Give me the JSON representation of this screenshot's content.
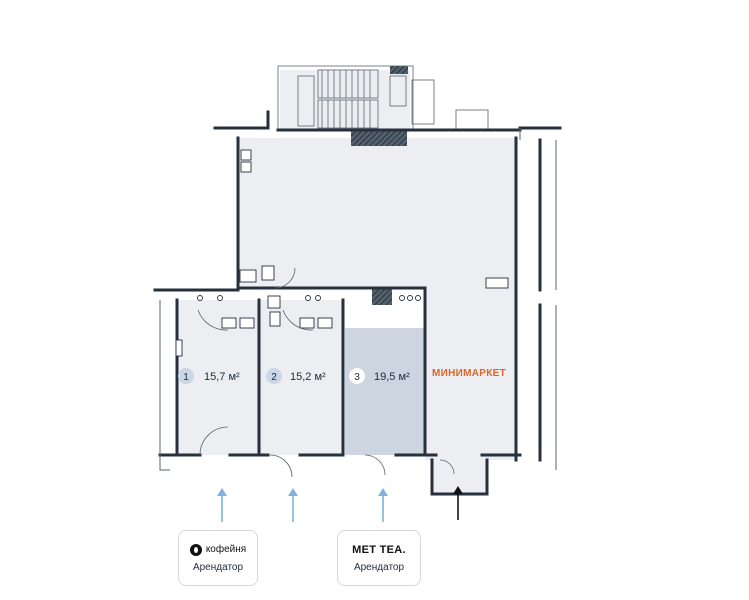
{
  "units": [
    {
      "number": "1",
      "area": "15,7 м²"
    },
    {
      "number": "2",
      "area": "15,2 м²"
    },
    {
      "number": "3",
      "area": "19,5 м²"
    }
  ],
  "minimarket_label": "МИНИМАРКЕТ",
  "tenants": [
    {
      "logo_text": "кофейня",
      "role": "Арендатор"
    },
    {
      "logo_text": "MET TEA.",
      "role": "Арендатор"
    }
  ],
  "colors": {
    "floor": "#eceef1",
    "highlight": "#cdd6e0",
    "wall": "#27303d",
    "badge": "#c9d7e6",
    "arrow_blue": "#7fb2de",
    "arrow_dark": "#111111",
    "minimarket": "#d9682a"
  }
}
